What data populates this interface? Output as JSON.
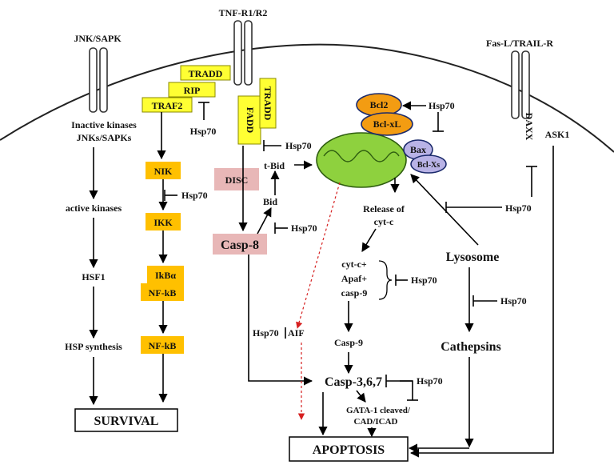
{
  "receptors": {
    "jnk": "JNK/SAPK",
    "tnf": "TNF-R1/R2",
    "fas": "Fas-L/TRAIL-R"
  },
  "adapters": {
    "tradd_top": "TRADD",
    "rip": "RIP",
    "traf2": "TRAF2",
    "tradd_vert": "TRADD",
    "fadd": "FADD",
    "daxx": "DAXX",
    "ask1": "ASK1"
  },
  "jnk_path": {
    "inactive_1": "Inactive kinases",
    "inactive_2": "JNKs/SAPKs",
    "active": "active kinases",
    "hsf1": "HSF1",
    "hsp_synthesis": "HSP synthesis"
  },
  "nf_path": {
    "nik": "NIK",
    "ikk": "IKK",
    "ikba": "IkBα",
    "nfkb_bound": "NF-kB",
    "nfkb": "NF-kB"
  },
  "caspase_path": {
    "disc": "DISC",
    "casp8": "Casp-8",
    "bid": "Bid",
    "tbid": "t-Bid",
    "aif": "AIF",
    "casp9": "Casp-9",
    "casp367": "Casp-3,6,7",
    "gata_1": "GATA-1 cleaved/",
    "gata_2": "CAD/ICAD"
  },
  "mito": {
    "bcl2": "Bcl2",
    "bclxl": "Bcl-xL",
    "bax": "Bax",
    "bclxs": "Bcl-Xs",
    "release_1": "Release of",
    "release_2": "cyt-c",
    "apo_1": "cyt-c+",
    "apo_2": "Apaf+",
    "apo_3": "casp-9"
  },
  "lysosome": {
    "label": "Lysosome",
    "cathepsins": "Cathepsins"
  },
  "hsp70": "Hsp70",
  "outcomes": {
    "survival": "SURVIVAL",
    "apoptosis": "APOPTOSIS"
  }
}
